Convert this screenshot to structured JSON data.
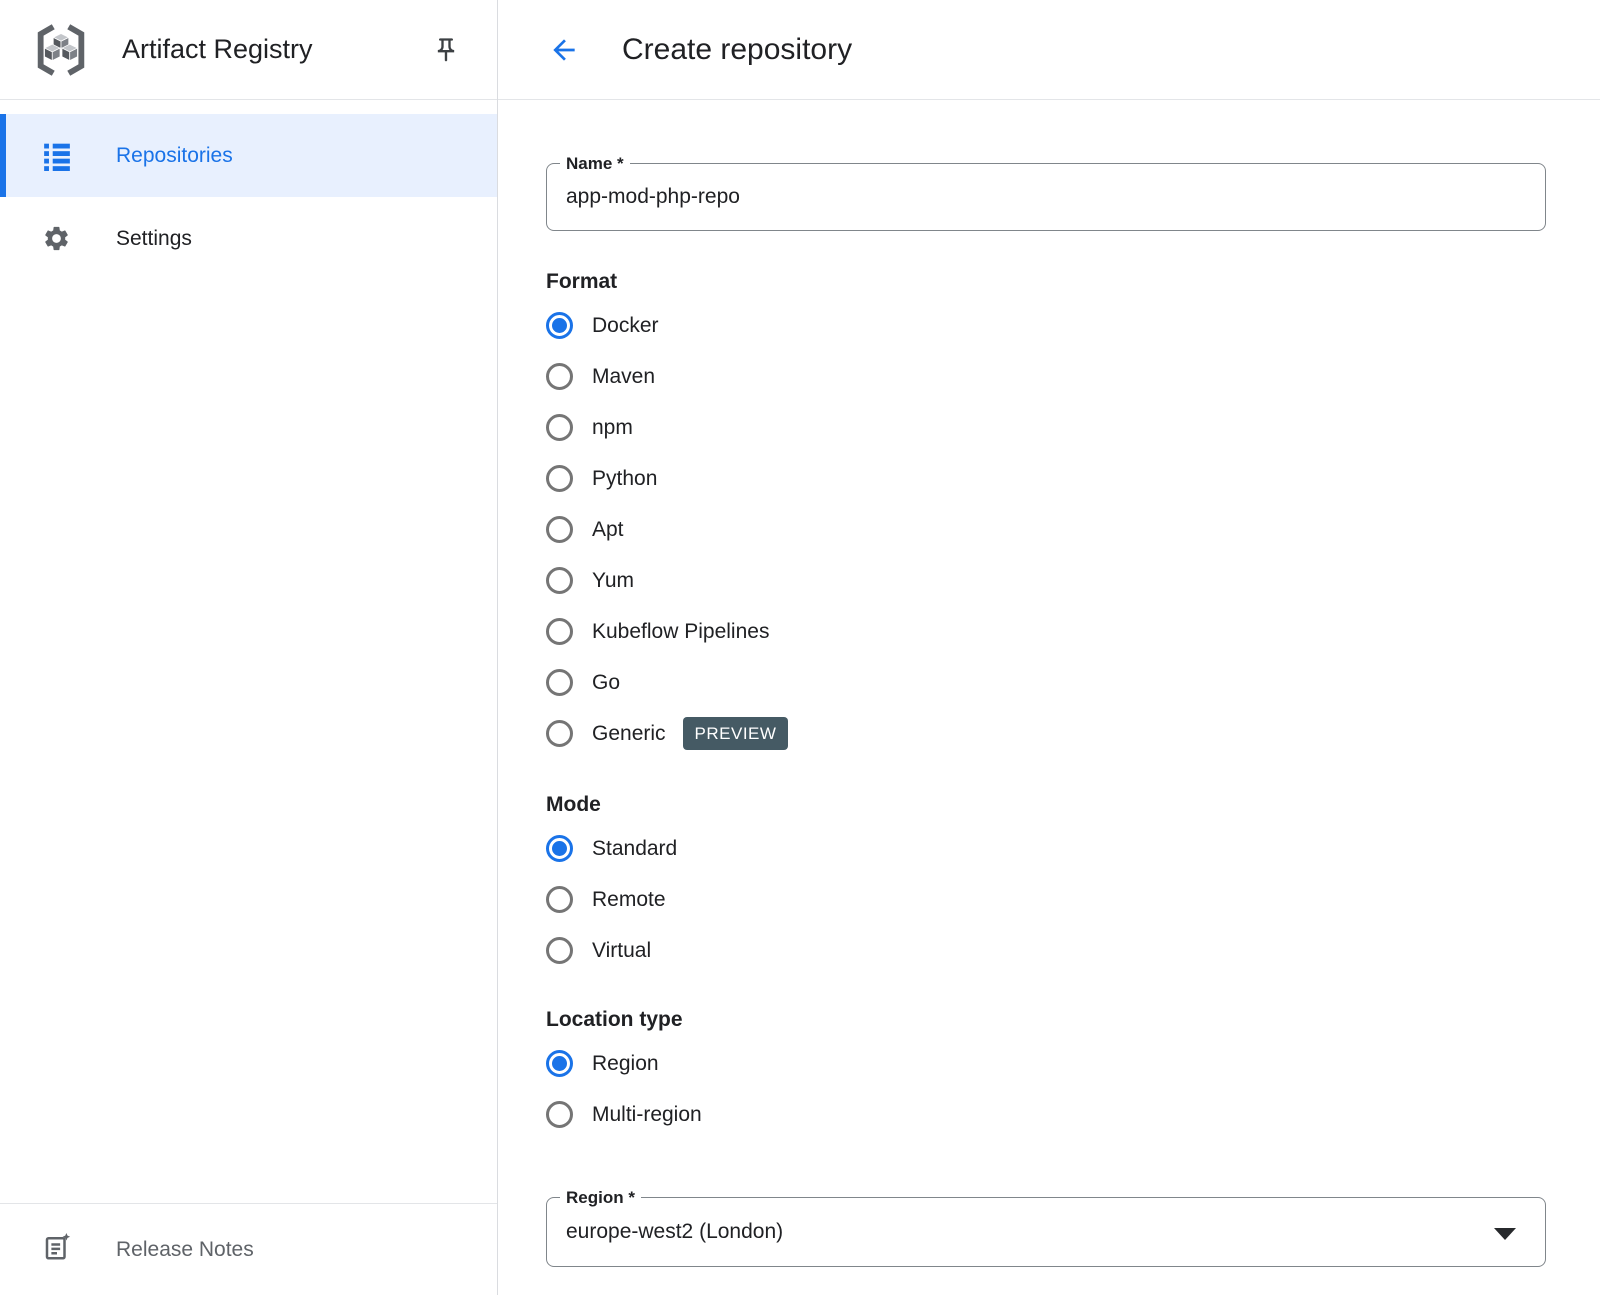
{
  "sidebar": {
    "app_title": "Artifact Registry",
    "items": [
      {
        "label": "Repositories",
        "selected": true
      },
      {
        "label": "Settings",
        "selected": false
      }
    ],
    "footer": {
      "release_notes_label": "Release Notes"
    }
  },
  "header": {
    "title": "Create repository"
  },
  "form": {
    "name_field": {
      "label": "Name *",
      "value": "app-mod-php-repo"
    },
    "format": {
      "heading": "Format",
      "selected": "Docker",
      "options": [
        {
          "label": "Docker",
          "selected": true
        },
        {
          "label": "Maven",
          "selected": false
        },
        {
          "label": "npm",
          "selected": false
        },
        {
          "label": "Python",
          "selected": false
        },
        {
          "label": "Apt",
          "selected": false
        },
        {
          "label": "Yum",
          "selected": false
        },
        {
          "label": "Kubeflow Pipelines",
          "selected": false
        },
        {
          "label": "Go",
          "selected": false
        },
        {
          "label": "Generic",
          "selected": false,
          "badge": "PREVIEW"
        }
      ]
    },
    "mode": {
      "heading": "Mode",
      "selected": "Standard",
      "options": [
        {
          "label": "Standard",
          "selected": true
        },
        {
          "label": "Remote",
          "selected": false
        },
        {
          "label": "Virtual",
          "selected": false
        }
      ]
    },
    "location_type": {
      "heading": "Location type",
      "selected": "Region",
      "options": [
        {
          "label": "Region",
          "selected": true
        },
        {
          "label": "Multi-region",
          "selected": false
        }
      ]
    },
    "region_field": {
      "label": "Region *",
      "value": "europe-west2 (London)"
    }
  },
  "colors": {
    "accent_blue": "#1a73e8",
    "selected_item_bg": "#e8f0fe",
    "text_primary": "#202124",
    "text_secondary": "#5f6368",
    "divider": "#e3e5e8",
    "field_border": "#80868b",
    "preview_badge_bg": "#455a64"
  },
  "icons": {
    "logo": "artifact-registry-logo",
    "pin": "pin-icon",
    "repositories": "list-icon",
    "settings": "gear-icon",
    "release_notes": "release-notes-icon",
    "back": "back-arrow-icon",
    "dropdown": "dropdown-caret-icon"
  }
}
